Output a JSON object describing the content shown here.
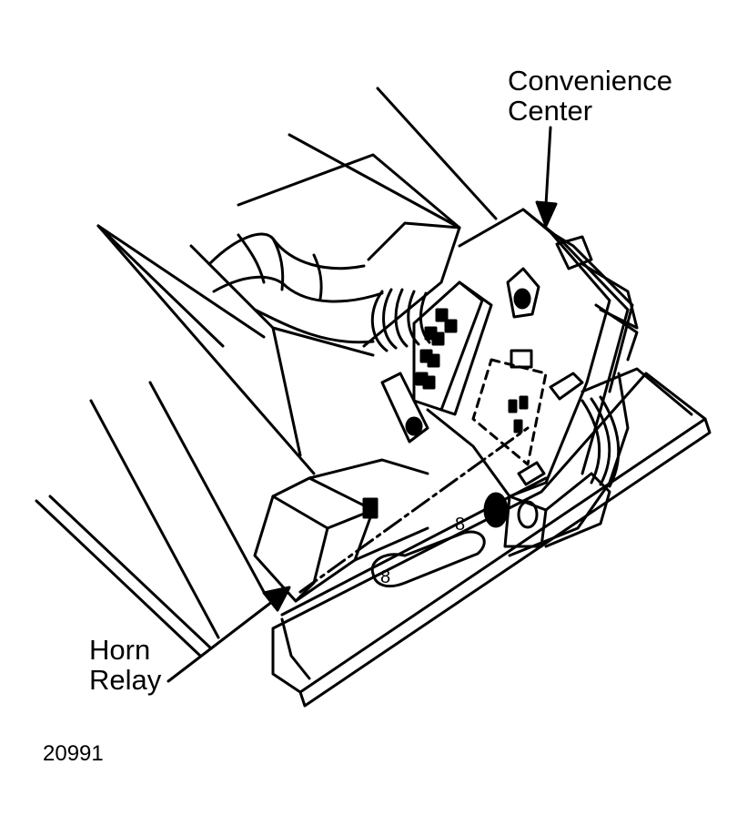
{
  "labels": {
    "convenience_line1": "Convenience",
    "convenience_line2": "Center",
    "horn_line1": "Horn",
    "horn_line2": "Relay"
  },
  "figure_number": "20991",
  "colors": {
    "ink": "#000000",
    "paper": "#ffffff"
  }
}
